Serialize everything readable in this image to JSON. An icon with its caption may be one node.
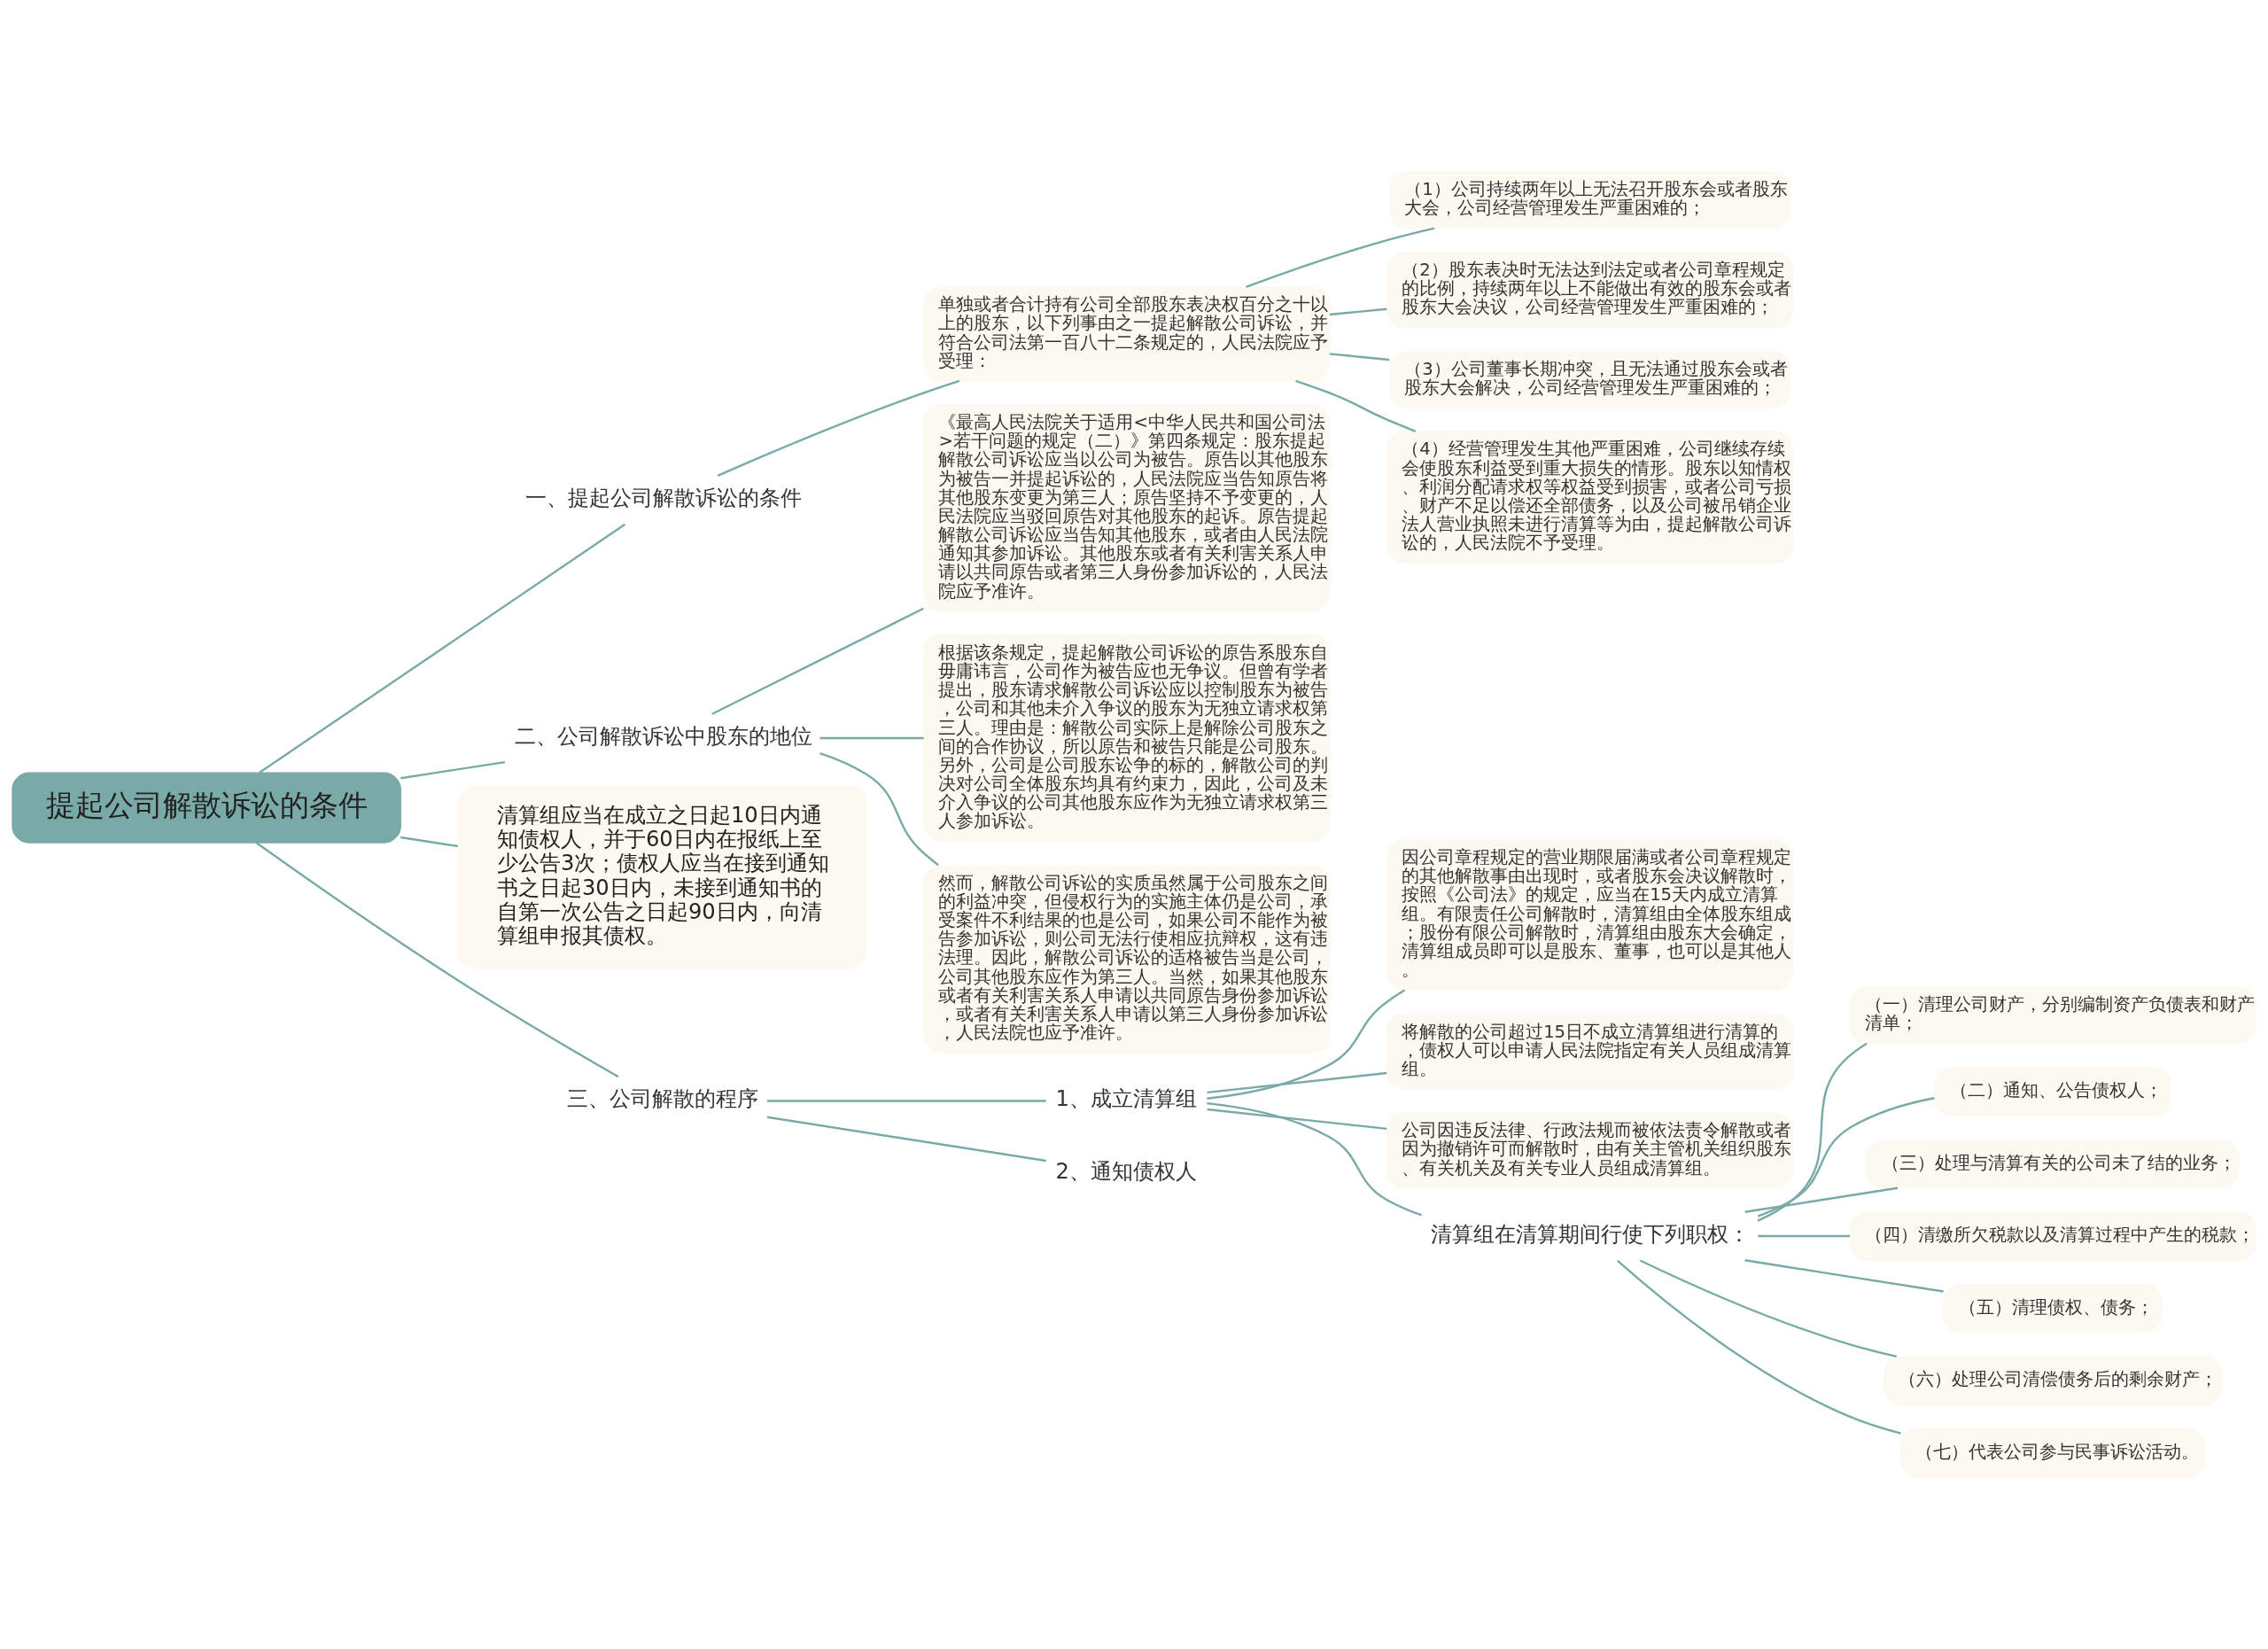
{
  "diagram": {
    "nodes": [
      {
        "text": [
          "提起公司解散诉讼的条件"
        ]
      },
      {
        "text": [
          "一、提起公司解散诉讼的条件"
        ]
      },
      {
        "text": [
          "单独或者合计持有公司全部股东表决权百分之十以上的股东，以下列事由之一提起解散公司诉讼，并符合公司法第一百八十二条规定的，人民法院应予受理："
        ]
      },
      {
        "text": [
          "（1）公司持续两年以上无法召开股东会或者股东大会，公司经营管理发生严重困难的；"
        ]
      },
      {
        "text": [
          "（2）股东表决时无法达到法定或者公司章程规定的比例，持续两年以上不能做出有效的股东会或者股东大会决议，公司经营管理发生严重困难的；"
        ]
      },
      {
        "text": [
          "（3）公司董事长期冲突，且无法通过股东会或者股东大会解决，公司经营管理发生严重困难的；"
        ]
      },
      {
        "text": [
          "（4）经营管理发生其他严重困难，公司继续存续会使股东利益受到重大损失的情形。股东以知情权、利润分配请求权等权益受到损害，或者公司亏损、财产不足以偿还全部债务，以及公司被吊销企业法人营业执照未进行清算等为由，提起解散公司诉讼的，人民法院不予受理。"
        ]
      },
      {
        "text": [
          "二、公司解散诉讼中股东的地位"
        ]
      },
      {
        "text": [
          "《最高人民法院关于适用<中华人民共和国公司法>若干问题的规定（二）》第四条规定：股东提起解散公司诉讼应当以公司为被告。原告以其他股东为被告一并提起诉讼的，人民法院应当告知原告将其他股东变更为第三人；原告坚持不予变更的，人民法院应当驳回原告对其他股东的起诉。原告提起解散公司诉讼应当告知其他股东，或者由人民法院通知其参加诉讼。其他股东或者有关利害关系人申请以共同原告或者第三人身份参加诉讼的，人民法院应予准许。"
        ]
      },
      {
        "text": [
          "根据该条规定，提起解散公司诉讼的原告系股东自毋庸讳言，公司作为被告应也无争议。但曾有学者提出，股东请求解散公司诉讼应以控制股东为被告，公司和其他未介入争议的股东为无独立请求权第三人。理由是：解散公司实际上是解除公司股东之间的合作协议，所以原告和被告只能是公司股东。另外，公司是公司股东讼争的标的，解散公司的判决对公司全体股东均具有约束力，因此，公司及未介入争议的公司其他股东应作为无独立请求权第三人参加诉讼。"
        ]
      },
      {
        "text": [
          "然而，解散公司诉讼的实质虽然属于公司股东之间的利益冲突，但侵权行为的实施主体仍是公司，承受案件不利结果的也是公司，如果公司不能作为被告参加诉讼，则公司无法行使相应抗辩权，这有违法理。因此，解散公司诉讼的适格被告当是公司，公司其他股东应作为第三人。当然，如果其他股东或者有关利害关系人申请以共同原告身份参加诉讼，或者有关利害关系人申请以第三人身份参加诉讼，人民法院也应予准许。"
        ]
      },
      {
        "text": [
          "清算组应当在成立之日起10日内通知债权人，并于60日内在报纸上至少公告3次；债权人应当在接到通知书之日起30日内，未接到通知书的自第一次公告之日起90日内，向清算组申报其债权。"
        ]
      },
      {
        "text": [
          "三、公司解散的程序"
        ]
      },
      {
        "text": [
          "1、成立清算组"
        ]
      },
      {
        "text": [
          "因公司章程规定的营业期限届满或者公司章程规定的其他解散事由出现时，或者股东会决议解散时，按照《公司法》的规定，应当在15天内成立清算组。有限责任公司解散时，清算组由全体股东组成；股份有限公司解散时，清算组由股东大会确定，清算组成员即可以是股东、董事，也可以是其他人。"
        ]
      },
      {
        "text": [
          "将解散的公司超过15日不成立清算组进行清算的，债权人可以申请人民法院指定有关人员组成清算组。"
        ]
      },
      {
        "text": [
          "公司因违反法律、行政法规而被依法责令解散或者因为撤销许可而解散时，由有关主管机关组织股东、有关机关及有关专业人员组成清算组。"
        ]
      },
      {
        "text": [
          "清算组在清算期间行使下列职权："
        ]
      },
      {
        "text": [
          "（一）清理公司财产，分别编制资产负债表和财产清单；"
        ]
      },
      {
        "text": [
          "（二）通知、公告债权人；"
        ]
      },
      {
        "text": [
          "（三）处理与清算有关的公司未了结的业务；"
        ]
      },
      {
        "text": [
          "（四）清缴所欠税款以及清算过程中产生的税款；"
        ]
      },
      {
        "text": [
          "（五）清理债权、债务；"
        ]
      },
      {
        "text": [
          "（六）处理公司清偿债务后的剩余财产；"
        ]
      },
      {
        "text": [
          "（七）代表公司参与民事诉讼活动。"
        ]
      },
      {
        "text": [
          "2、通知债权人"
        ]
      }
    ],
    "edges": [
      {
        "from": 0,
        "to": 1,
        "arrow": "none"
      },
      {
        "from": 1,
        "to": 2,
        "arrow": "none"
      },
      {
        "from": 2,
        "to": 3,
        "arrow": "none"
      },
      {
        "from": 2,
        "to": 4,
        "arrow": "none"
      },
      {
        "from": 2,
        "to": 5,
        "arrow": "none"
      },
      {
        "from": 2,
        "to": 6,
        "arrow": "none"
      },
      {
        "from": 0,
        "to": 7,
        "arrow": "none"
      },
      {
        "from": 7,
        "to": 8,
        "arrow": "none"
      },
      {
        "from": 7,
        "to": 9,
        "arrow": "none"
      },
      {
        "from": 7,
        "to": 10,
        "arrow": "none"
      },
      {
        "from": 0,
        "to": 11,
        "arrow": "none"
      },
      {
        "from": 0,
        "to": 12,
        "arrow": "none"
      },
      {
        "from": 12,
        "to": 13,
        "arrow": "none"
      },
      {
        "from": 13,
        "to": 14,
        "arrow": "none"
      },
      {
        "from": 13,
        "to": 15,
        "arrow": "none"
      },
      {
        "from": 13,
        "to": 16,
        "arrow": "none"
      },
      {
        "from": 13,
        "to": 17,
        "arrow": "none"
      },
      {
        "from": 17,
        "to": 18,
        "arrow": "none"
      },
      {
        "from": 17,
        "to": 19,
        "arrow": "none"
      },
      {
        "from": 17,
        "to": 20,
        "arrow": "none"
      },
      {
        "from": 17,
        "to": 21,
        "arrow": "none"
      },
      {
        "from": 17,
        "to": 22,
        "arrow": "none"
      },
      {
        "from": 17,
        "to": 23,
        "arrow": "none"
      },
      {
        "from": 17,
        "to": 24,
        "arrow": "none"
      },
      {
        "from": 12,
        "to": 25,
        "arrow": "none"
      }
    ]
  }
}
